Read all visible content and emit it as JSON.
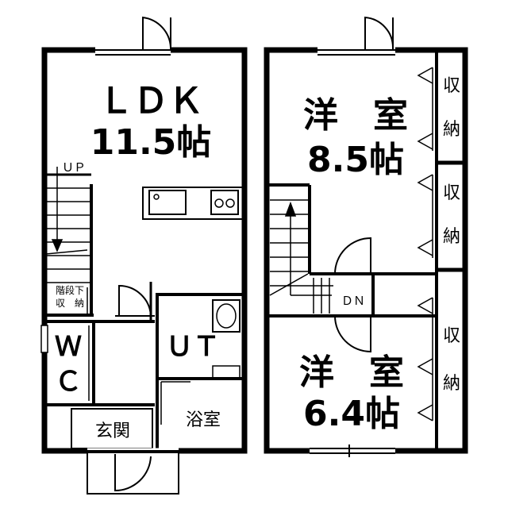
{
  "floor1": {
    "ldk_name": "ＬＤＫ",
    "ldk_size": "11.5帖",
    "stairs_up": "ＵＰ",
    "under_stairs_1": "階段下",
    "under_stairs_2": "収　納",
    "wc_1": "Ｗ",
    "wc_2": "Ｃ",
    "ut": "ＵＴ",
    "bath": "浴室",
    "entrance": "玄関"
  },
  "floor2": {
    "room1_name": "洋　室",
    "room1_size": "8.5帖",
    "room2_name": "洋　室",
    "room2_size": "6.4帖",
    "stairs_down": "ＤＮ",
    "closet_1a": "収",
    "closet_1b": "納",
    "closet_2a": "収",
    "closet_2b": "納",
    "closet_3a": "収",
    "closet_3b": "納"
  }
}
